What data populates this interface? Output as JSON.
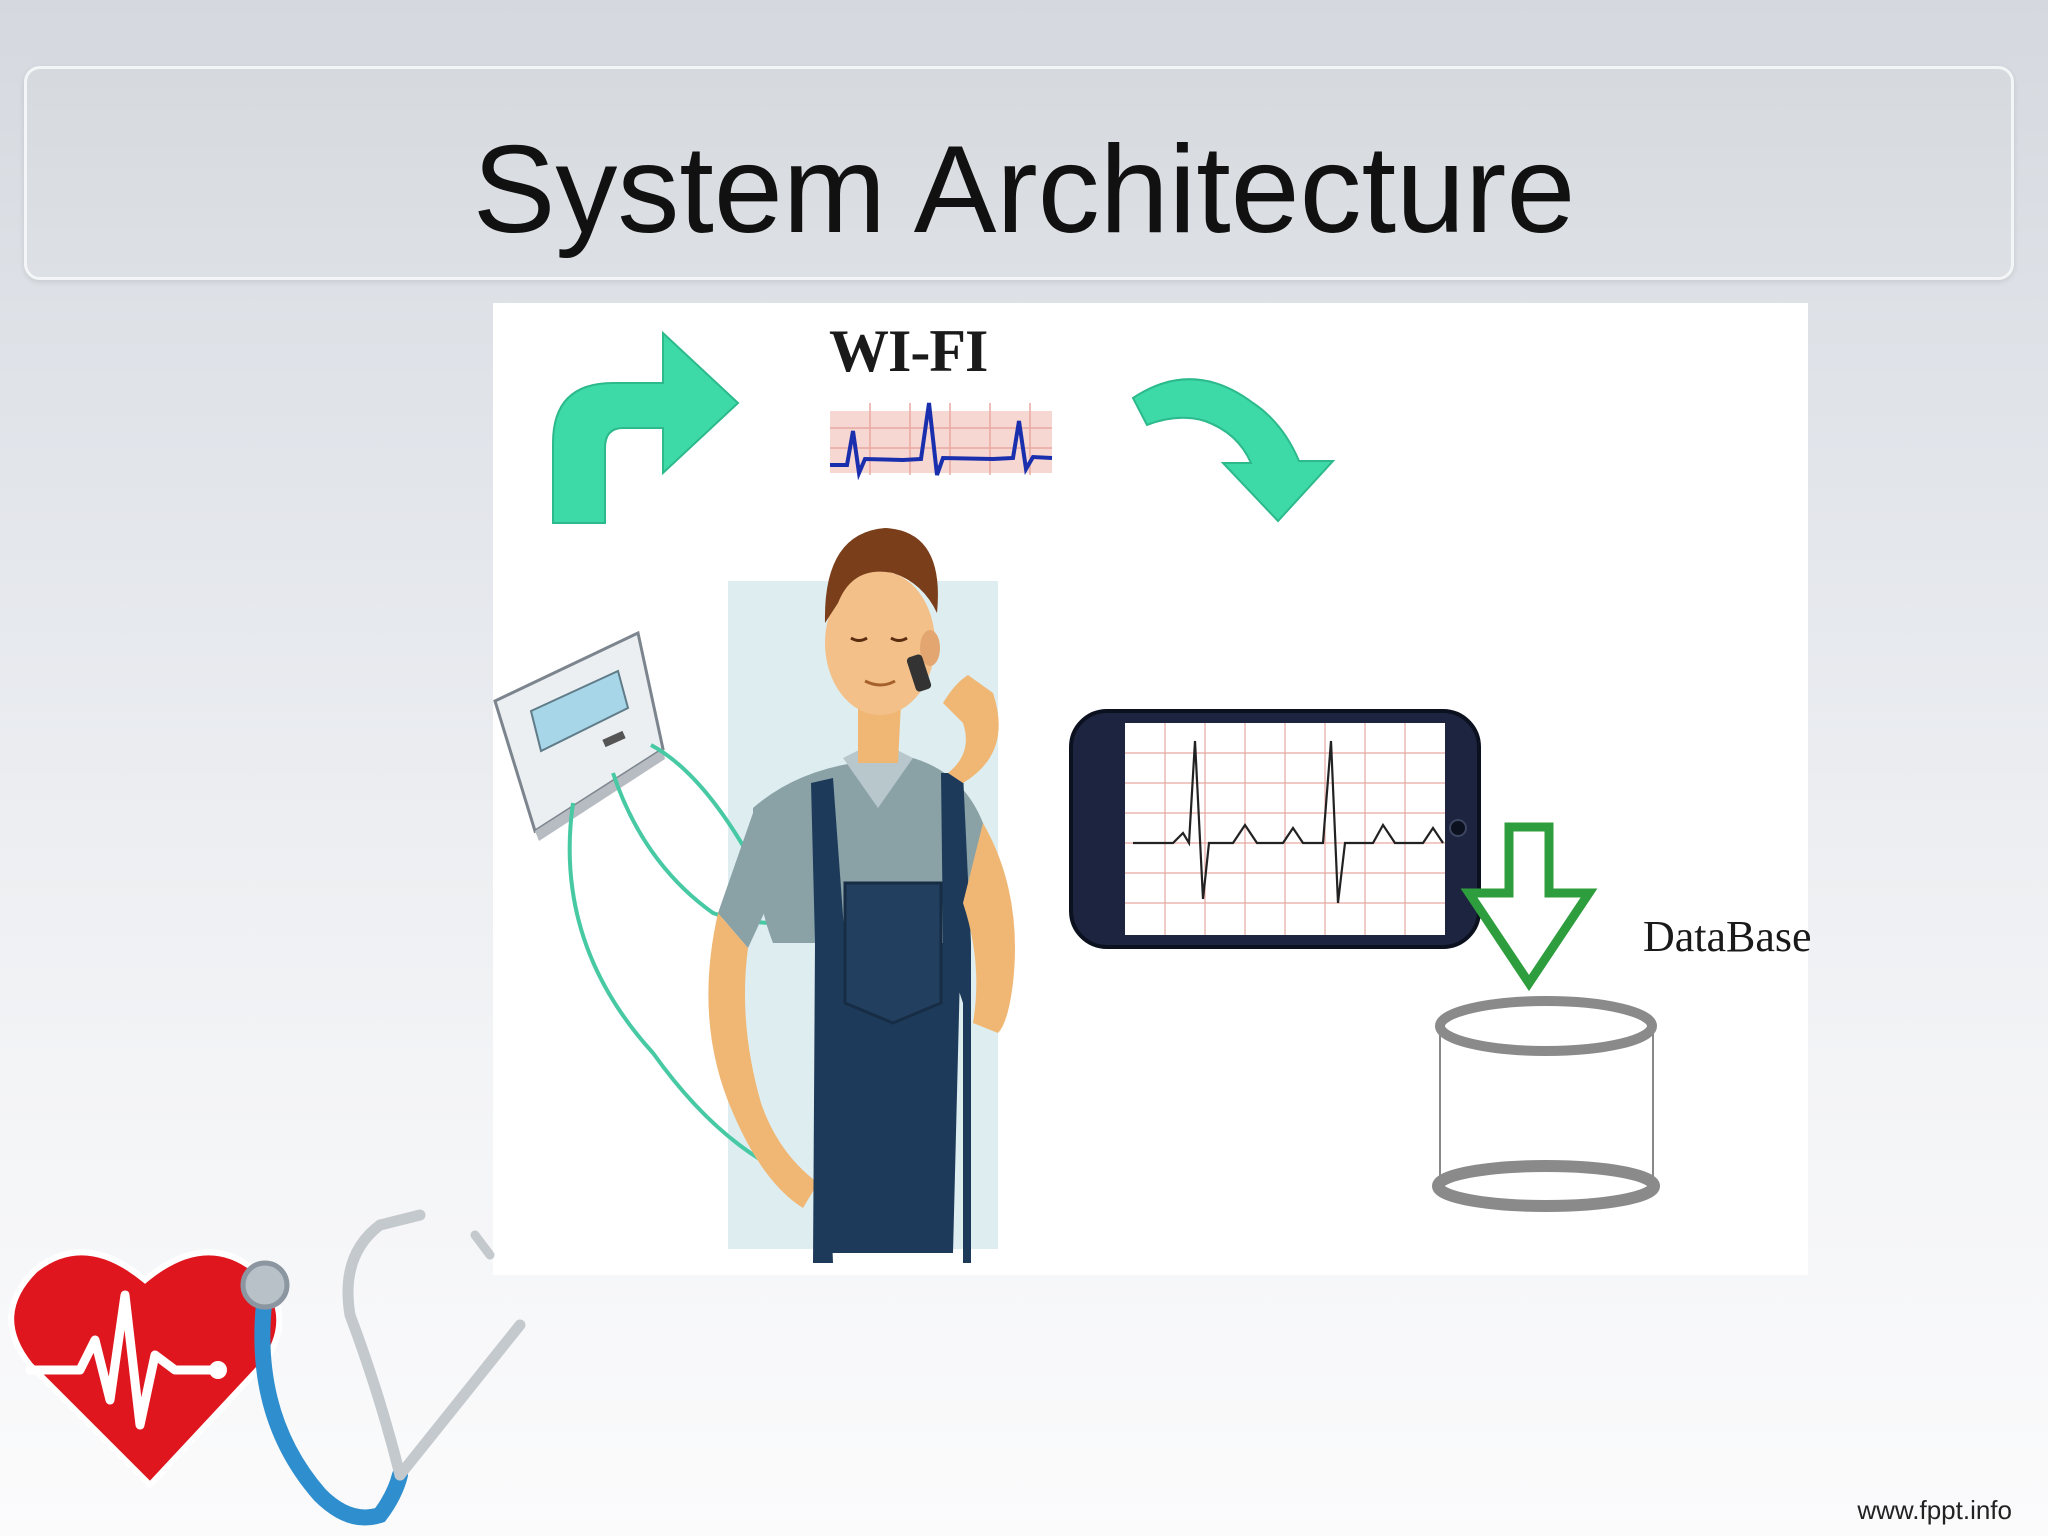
{
  "slide": {
    "title": "System Architecture",
    "footer_url": "www.fppt.info"
  },
  "diagram": {
    "wifi_label": "WI-FI",
    "database_label": "DataBase",
    "components": [
      {
        "icon": "ecg-monitor-device-icon"
      },
      {
        "icon": "person-on-phone-icon"
      },
      {
        "icon": "smartphone-ecg-icon"
      },
      {
        "icon": "database-cylinder-icon"
      },
      {
        "icon": "ecg-waveform-icon"
      }
    ],
    "colors": {
      "arrow_teal": "#3ddaa8",
      "arrow_green": "#2e9d3e",
      "ecg_blue": "#1a2fae",
      "wire_teal": "#47c9a3"
    }
  },
  "logo": {
    "icon": "heart-stethoscope-icon",
    "heart_color": "#e0161e",
    "tube_color": "#2f8fce"
  }
}
